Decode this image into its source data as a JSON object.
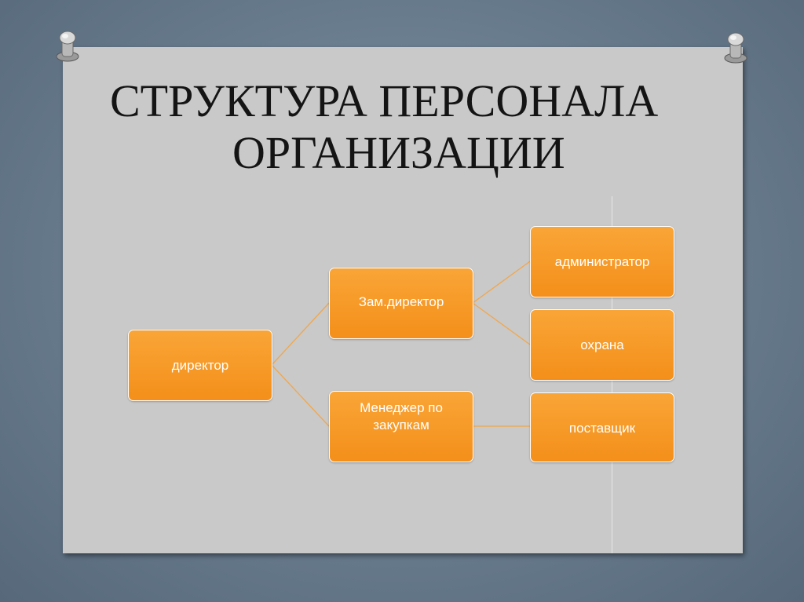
{
  "slide": {
    "title_line1": "СТРУКТУРА ПЕРСОНАЛА",
    "title_line2": "ОРГАНИЗАЦИИ"
  },
  "org_chart": {
    "director": "директор",
    "deputy_director": "Зам.директор",
    "purchasing_manager": "Менеджер по закупкам",
    "administrator": "администратор",
    "security": "охрана",
    "supplier": "поставщик"
  },
  "colors": {
    "background": "#687b8d",
    "slide": "#c9c9c9",
    "node_fill": "#f49a2a",
    "connector": "#f2a64a"
  }
}
